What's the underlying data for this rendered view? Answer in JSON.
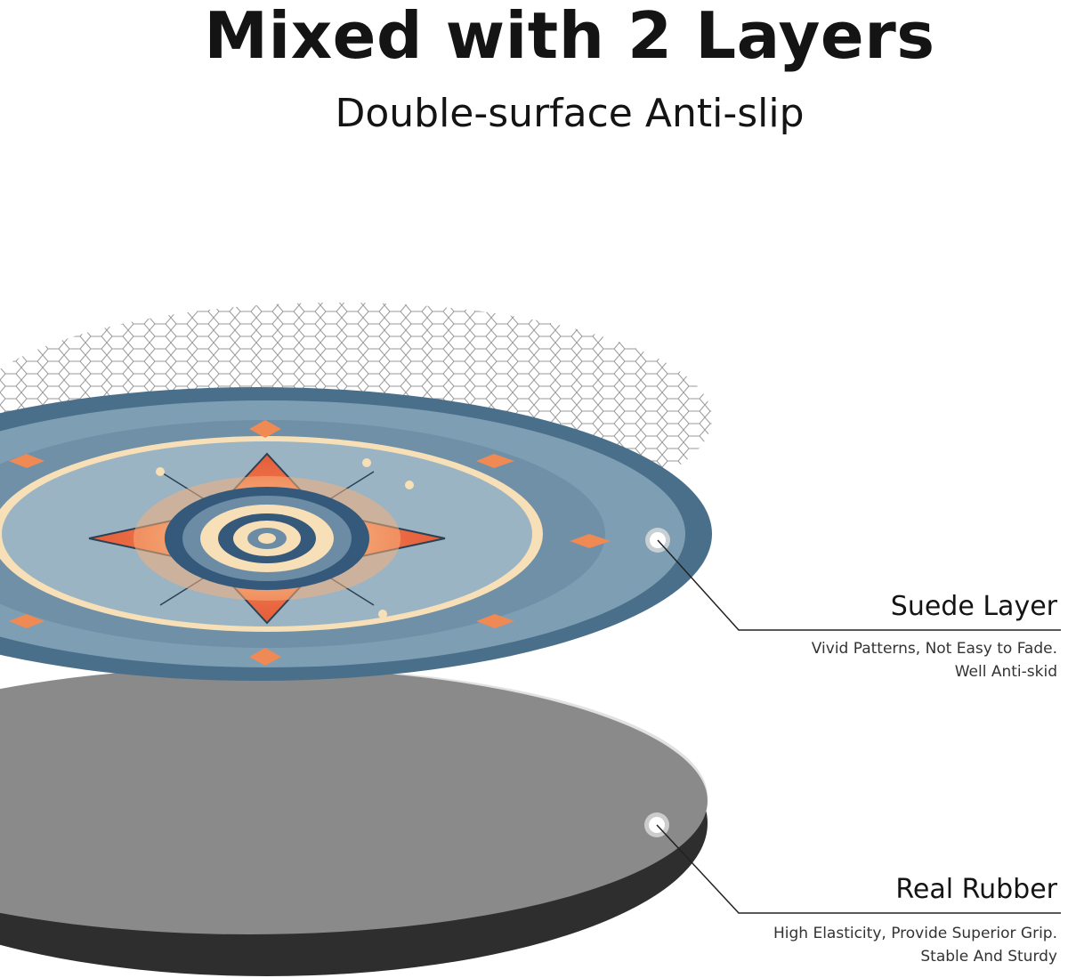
{
  "heading": {
    "title": "Mixed with 2 Layers",
    "subtitle": "Double-surface Anti-slip"
  },
  "layers": [
    {
      "name": "Suede Layer",
      "description": [
        "Vivid Patterns, Not Easy to Fade.",
        "Well Anti-skid"
      ]
    },
    {
      "name": "Real Rubber",
      "description": [
        "High Elasticity, Provide Superior Grip.",
        "Stable And Sturdy"
      ]
    }
  ],
  "colors": {
    "suede_blue": "#4a6f8a",
    "mandala_orange": "#f07a4a",
    "mandala_cream": "#f7dfb7",
    "rubber_gray": "#8a8a8a",
    "rubber_dark": "#2e2e2e"
  }
}
